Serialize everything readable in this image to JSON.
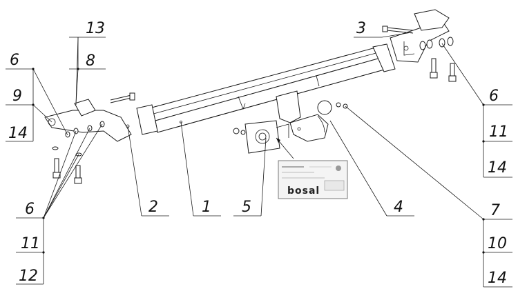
{
  "callouts": {
    "left_upper_top": "13",
    "left_upper_bottom": "8",
    "left_stack_1": "6",
    "left_stack_2": "9",
    "left_stack_3": "14",
    "left_lower_1": "6",
    "left_lower_2": "11",
    "left_lower_3": "12",
    "part_2": "2",
    "part_1": "1",
    "part_5": "5",
    "part_4": "4",
    "part_3": "3",
    "right_upper_1": "6",
    "right_upper_2": "11",
    "right_upper_3": "14",
    "right_lower_1": "7",
    "right_lower_2": "10",
    "right_lower_3": "14"
  },
  "plate": {
    "brand": "bosal"
  }
}
